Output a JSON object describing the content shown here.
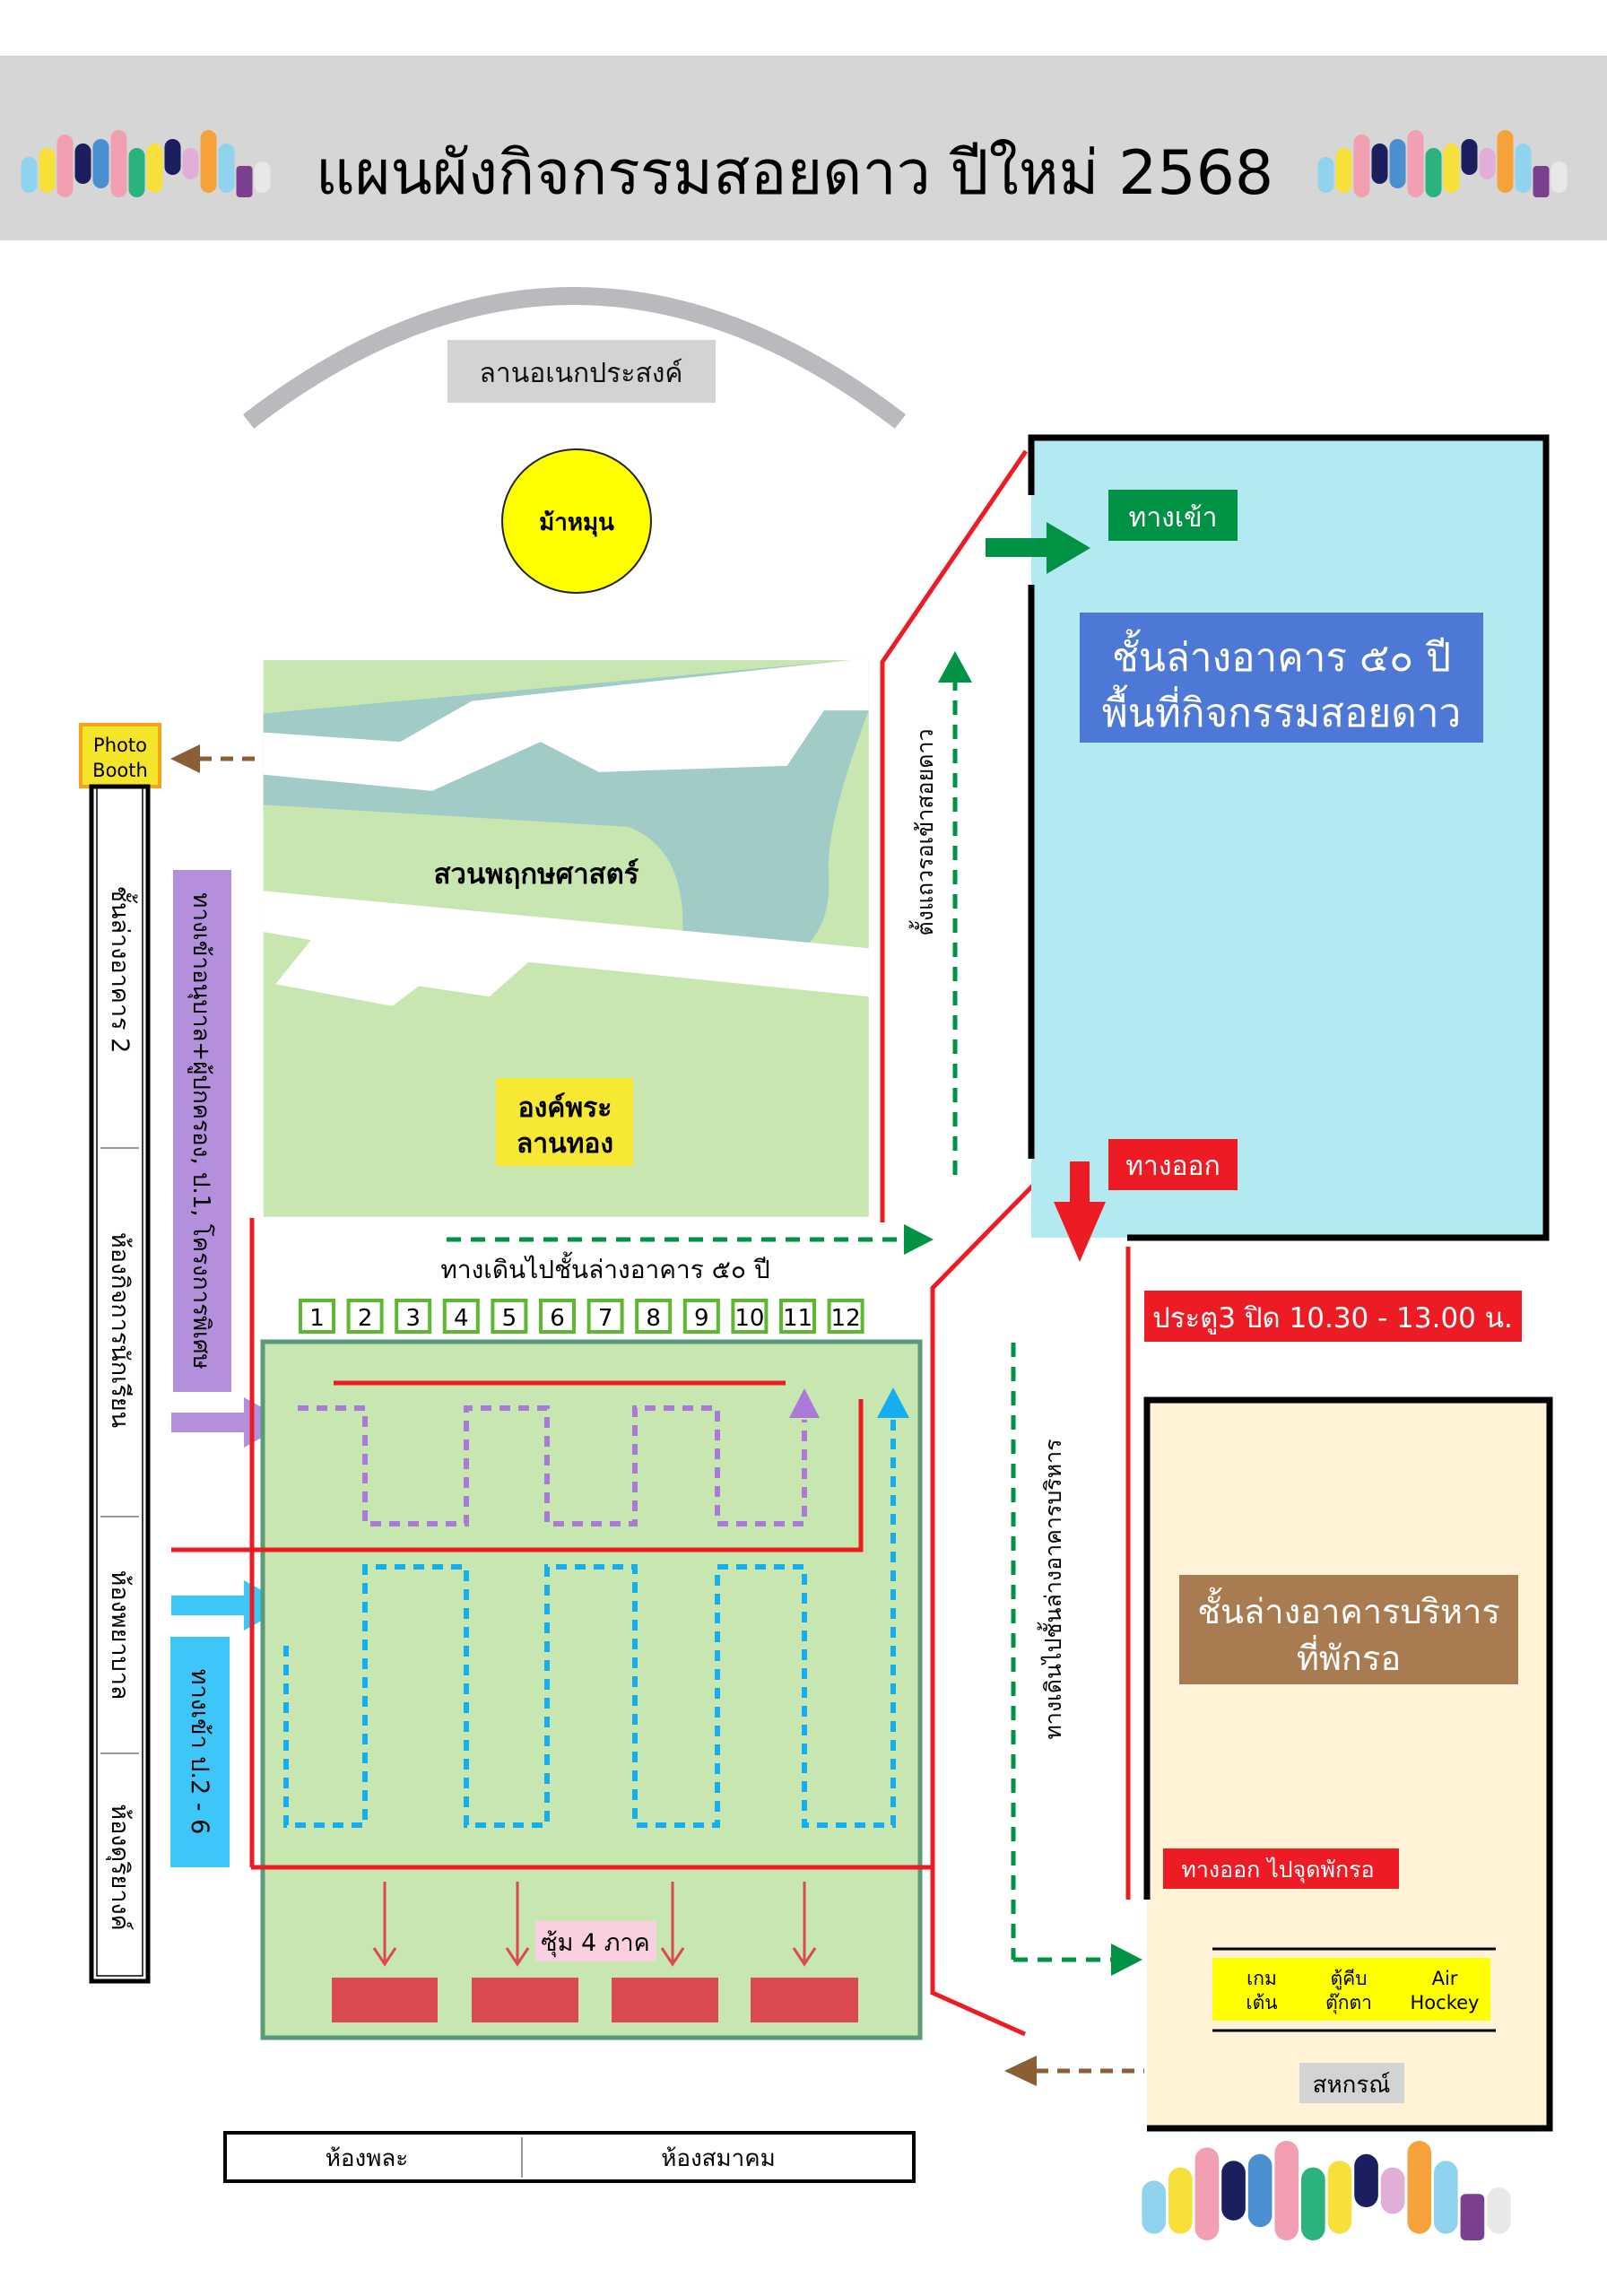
{
  "header": {
    "title": "แผนผังกิจกรรมสอยดาว ปีใหม่ 2568",
    "background": "#d6d6d6"
  },
  "top_area": {
    "plaza_label": "ลานอเนกประสงค์",
    "carousel_label": "ม้าหมุน",
    "garden_label": "สวนพฤกษศาสตร์",
    "statue_label_line1": "องค์พระ",
    "statue_label_line2": "ลานทอง"
  },
  "left_side": {
    "photo_booth_line1": "Photo",
    "photo_booth_line2": "Booth",
    "rooms": [
      "ชั้นล่างอาคาร 2",
      "ห้องกิจการนักเรียน",
      "ห้องพยาบาล",
      "ห้องดุริยางค์"
    ],
    "purple_entrance": "ทางเข้าอนุบาล+ผู้ปกครอง, ป.1, โครงการพิเศษ",
    "blue_entrance": "ทางเข้า ป.2 - 6"
  },
  "queue_area": {
    "walkway_label": "ทางเดินไปชั้นล่างอาคาร ๕๐ ปี",
    "lanes": [
      "1",
      "2",
      "3",
      "4",
      "5",
      "6",
      "7",
      "8",
      "9",
      "10",
      "11",
      "12"
    ],
    "booths_label": "ซุ้ม 4 ภาค"
  },
  "building_50": {
    "entrance_label": "ทางเข้า",
    "title_line1": "ชั้นล่างอาคาร ๕๐ ปี",
    "title_line2": "พื้นที่กิจกรรมสอยดาว",
    "exit_label": "ทางออก",
    "queue_label": "ตั้งแถวรอเข้าสอยดาว"
  },
  "admin_building": {
    "gate_notice": "ประตู3 ปิด 10.30 - 13.00 น.",
    "walkway_label": "ทางเดินไปชั้นล่างอาคารบริหาร",
    "title_line1": "ชั้นล่างอาคารบริหาร",
    "title_line2": "ที่พักรอ",
    "exit_label": "ทางออก ไปจุดพักรอ",
    "games": [
      {
        "line1": "เกม",
        "line2": "เต้น"
      },
      {
        "line1": "ตู้คีบ",
        "line2": "ตุ๊กตา"
      },
      {
        "line1": "Air",
        "line2": "Hockey"
      }
    ],
    "coop_label": "สหกรณ์"
  },
  "bottom_rooms": [
    "ห้องพละ",
    "ห้องสมาคม"
  ],
  "colors": {
    "grass": "#c8e6b0",
    "pond": "#a1cbc7",
    "building_50": "#b3eaf2",
    "admin_building": "#fff2d6",
    "entrance_green": "#009245",
    "exit_red": "#ed1c24",
    "title_blue": "#4e78d6",
    "admin_brown": "#a87b50",
    "purple_route": "#b48fdb",
    "blue_route": "#3ec6f8",
    "booth_red": "#dc4a51"
  }
}
